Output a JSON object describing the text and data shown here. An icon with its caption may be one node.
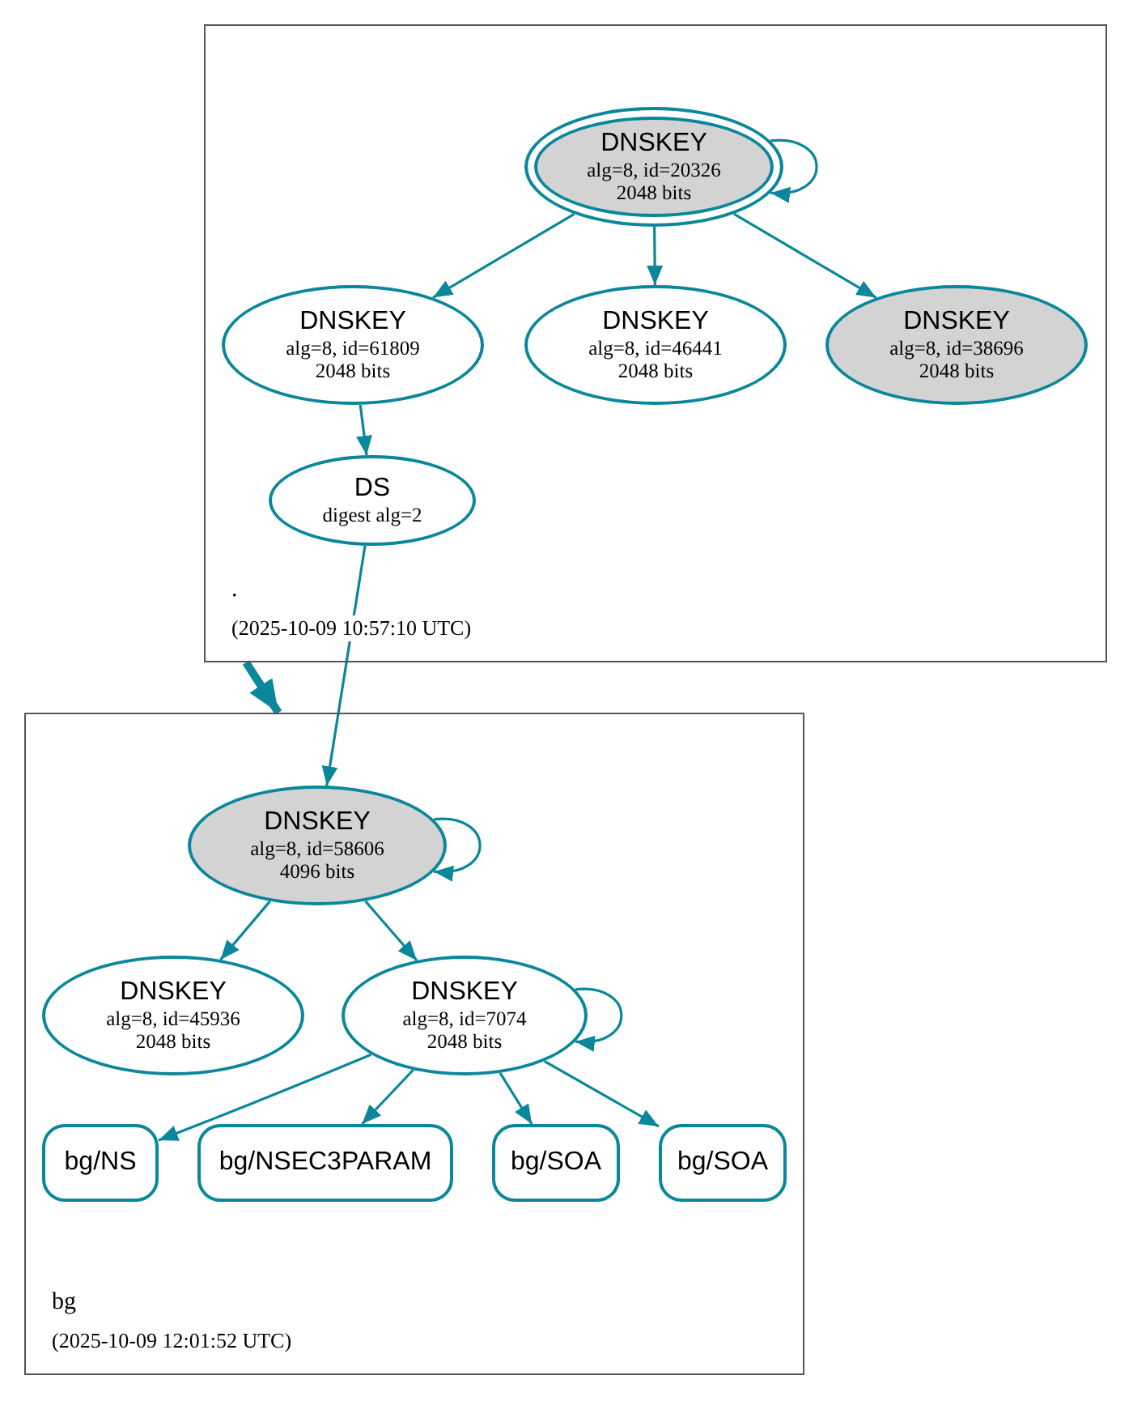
{
  "diagram": {
    "nodes": [
      {
        "text": [
          ".",
          "(2025-10-09 10:57:10 UTC)"
        ]
      },
      {
        "text": [
          "DNSKEY",
          "alg=8, id=20326",
          "2048 bits"
        ],
        "in": 0
      },
      {
        "text": [
          "DNSKEY",
          "alg=8, id=61809",
          "2048 bits"
        ],
        "in": 0
      },
      {
        "text": [
          "DNSKEY",
          "alg=8, id=46441",
          "2048 bits"
        ],
        "in": 0
      },
      {
        "text": [
          "DNSKEY",
          "alg=8, id=38696",
          "2048 bits"
        ],
        "in": 0
      },
      {
        "text": [
          "DS",
          "digest alg=2"
        ],
        "in": 0
      },
      {
        "text": [
          "bg",
          "(2025-10-09 12:01:52 UTC)"
        ]
      },
      {
        "text": [
          "DNSKEY",
          "alg=8, id=58606",
          "4096 bits"
        ],
        "in": 6
      },
      {
        "text": [
          "DNSKEY",
          "alg=8, id=45936",
          "2048 bits"
        ],
        "in": 6
      },
      {
        "text": [
          "DNSKEY",
          "alg=8, id=7074",
          "2048 bits"
        ],
        "in": 6
      },
      {
        "text": [
          "bg/NS"
        ],
        "in": 6
      },
      {
        "text": [
          "bg/NSEC3PARAM"
        ],
        "in": 6
      },
      {
        "text": [
          "bg/SOA"
        ],
        "in": 6
      },
      {
        "text": [
          "bg/SOA"
        ],
        "in": 6
      }
    ],
    "edges": [
      {
        "from": 1,
        "to": 1,
        "arrow": "to"
      },
      {
        "from": 1,
        "to": 2,
        "arrow": "to"
      },
      {
        "from": 1,
        "to": 3,
        "arrow": "to"
      },
      {
        "from": 1,
        "to": 4,
        "arrow": "to"
      },
      {
        "from": 2,
        "to": 5,
        "arrow": "to"
      },
      {
        "from": 5,
        "to": 7,
        "arrow": "to"
      },
      {
        "from": 0,
        "to": 6,
        "arrow": "to",
        "style": "thick"
      },
      {
        "from": 7,
        "to": 7,
        "arrow": "to"
      },
      {
        "from": 7,
        "to": 8,
        "arrow": "to"
      },
      {
        "from": 7,
        "to": 9,
        "arrow": "to"
      },
      {
        "from": 9,
        "to": 9,
        "arrow": "to"
      },
      {
        "from": 9,
        "to": 10,
        "arrow": "to"
      },
      {
        "from": 9,
        "to": 11,
        "arrow": "to"
      },
      {
        "from": 9,
        "to": 12,
        "arrow": "to"
      },
      {
        "from": 9,
        "to": 13,
        "arrow": "to"
      }
    ]
  }
}
